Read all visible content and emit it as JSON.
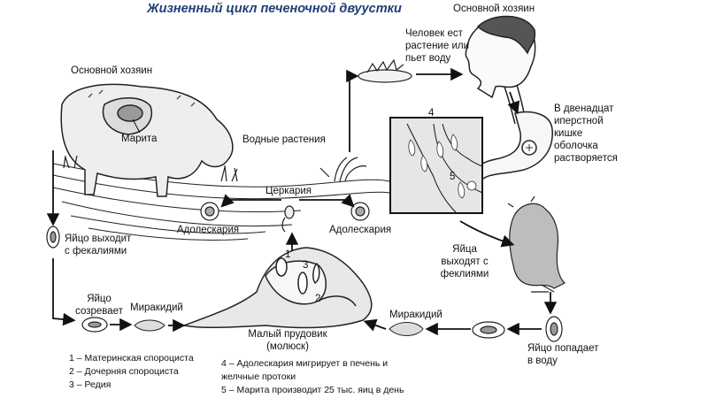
{
  "title": "Жизненный цикл печеночной двуустки",
  "labels": {
    "host_left": "Основной хозяин",
    "host_right": "Основной хозяин",
    "marita": "Марита",
    "water_plants": "Водные растения",
    "human_eats": [
      "Человек ест",
      "растение или",
      "пьет воду"
    ],
    "duodenum": [
      "В двенадцатиперстной",
      "кишке",
      "оболочка",
      "растворяется"
    ],
    "cercaria": "Церкария",
    "adolescaria_left": "Адолескария",
    "adolescaria_right": "Адолескария",
    "egg_out": [
      "Яйцо выходит",
      "с фекалиями"
    ],
    "eggs_out": [
      "Яйца",
      "выходят с",
      "феклиями"
    ],
    "egg_matures": [
      "Яйцо",
      "созревает"
    ],
    "miracidium_left": "Миракидий",
    "miracidium_right": "Миракидий",
    "snail": [
      "Малый прудовик",
      "(молюск)"
    ],
    "egg_water": [
      "Яйцо попадает",
      "в воду"
    ]
  },
  "numbers": [
    "1",
    "2",
    "3",
    "4",
    "5"
  ],
  "legend_left": [
    "1 – Материнская спороциста",
    "2 – Дочерняя спороциста",
    "3 – Редия"
  ],
  "legend_right": [
    "4 – Адолескария мигрирует в печень и",
    "желчные протоки",
    "5 – Марита производит 25 тыс. яиц в день"
  ]
}
